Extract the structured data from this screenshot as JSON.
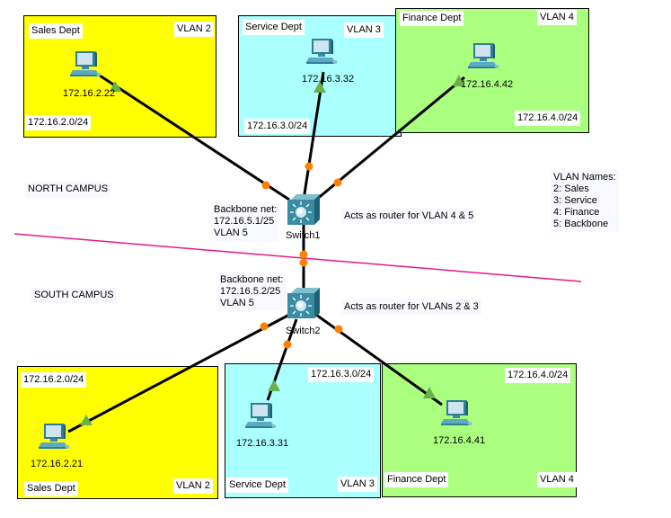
{
  "colors": {
    "sales": "#ffff00",
    "service": "#aaffff",
    "finance": "#aaff7f",
    "link": "#000000",
    "link_dot": "#ff7f00",
    "pc_marker": "#6ab04c",
    "divider": "#e6198c"
  },
  "campus_labels": {
    "north": "NORTH CAMPUS",
    "south": "SOUTH CAMPUS"
  },
  "areas": {
    "north_sales": {
      "dept": "Sales Dept",
      "vlan": "VLAN 2",
      "subnet": "172.16.2.0/24",
      "pc_ip": "172.16.2.22"
    },
    "north_service": {
      "dept": "Service Dept",
      "vlan": "VLAN 3",
      "subnet": "172.16.3.0/24",
      "pc_ip": "172.16.3.32"
    },
    "north_finance": {
      "dept": "Finance Dept",
      "vlan": "VLAN 4",
      "subnet": "172.16.4.0/24",
      "pc_ip": "172.16.4.42"
    },
    "south_sales": {
      "dept": "Sales Dept",
      "vlan": "VLAN 2",
      "subnet": "172.16.2.0/24",
      "pc_ip": "172.16.2.21"
    },
    "south_service": {
      "dept": "Service Dept",
      "vlan": "VLAN 3",
      "subnet": "172.16.3.0/24",
      "pc_ip": "172.16.3.31"
    },
    "south_finance": {
      "dept": "Finance Dept",
      "vlan": "VLAN 4",
      "subnet": "172.16.4.0/24",
      "pc_ip": "172.16.4.41"
    }
  },
  "switches": {
    "switch1": {
      "name": "Switch1",
      "backbone": "Backbone net:\n172.16.5.1/25\nVLAN 5",
      "note": "Acts as router for VLAN 4 & 5"
    },
    "switch2": {
      "name": "Switch2",
      "backbone": "Backbone net:\n172.16.5.2/25\nVLAN 5",
      "note": "Acts as router for VLANs 2 & 3"
    }
  },
  "vlan_names": "VLAN Names:\n2: Sales\n3: Service\n4: Finance\n5: Backbone"
}
